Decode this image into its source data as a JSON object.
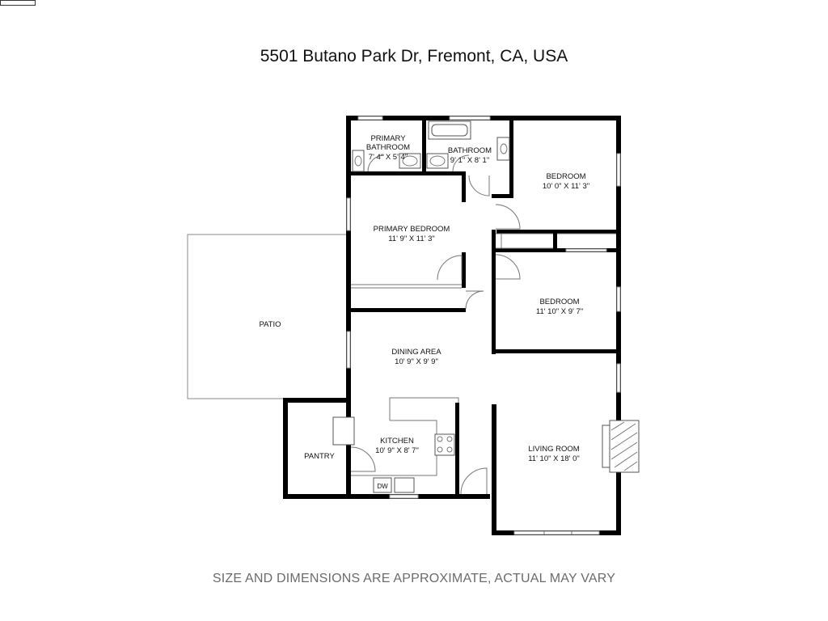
{
  "brand": {
    "logo_text": ""
  },
  "title": "5501 Butano Park Dr, Fremont, CA, USA",
  "disclaimer": "SIZE AND DIMENSIONS ARE APPROXIMATE, ACTUAL MAY VARY",
  "rooms": {
    "primary_bathroom": {
      "name_line1": "PRIMARY",
      "name_line2": "BATHROOM",
      "dims": "7' 4\" X 5' 4\""
    },
    "bathroom": {
      "name": "BATHROOM",
      "dims": "9' 1\" X 8' 1\""
    },
    "bedroom1": {
      "name": "BEDROOM",
      "dims": "10' 0\" X 11' 3\""
    },
    "primary_bedroom": {
      "name": "PRIMARY BEDROOM",
      "dims": "11' 9\" X 11' 3\""
    },
    "bedroom2": {
      "name": "BEDROOM",
      "dims": "11' 10\" X 9' 7\""
    },
    "patio": {
      "name": "PATIO"
    },
    "dining": {
      "name": "DINING AREA",
      "dims": "10' 9\" X 9' 9\""
    },
    "kitchen": {
      "name": "KITCHEN",
      "dims": "10' 9\" X 8' 7\""
    },
    "pantry": {
      "name": "PANTRY"
    },
    "living": {
      "name": "LIVING ROOM",
      "dims": "11' 10\" X 18' 0\""
    }
  },
  "fixtures": {
    "dishwasher": "DW"
  }
}
